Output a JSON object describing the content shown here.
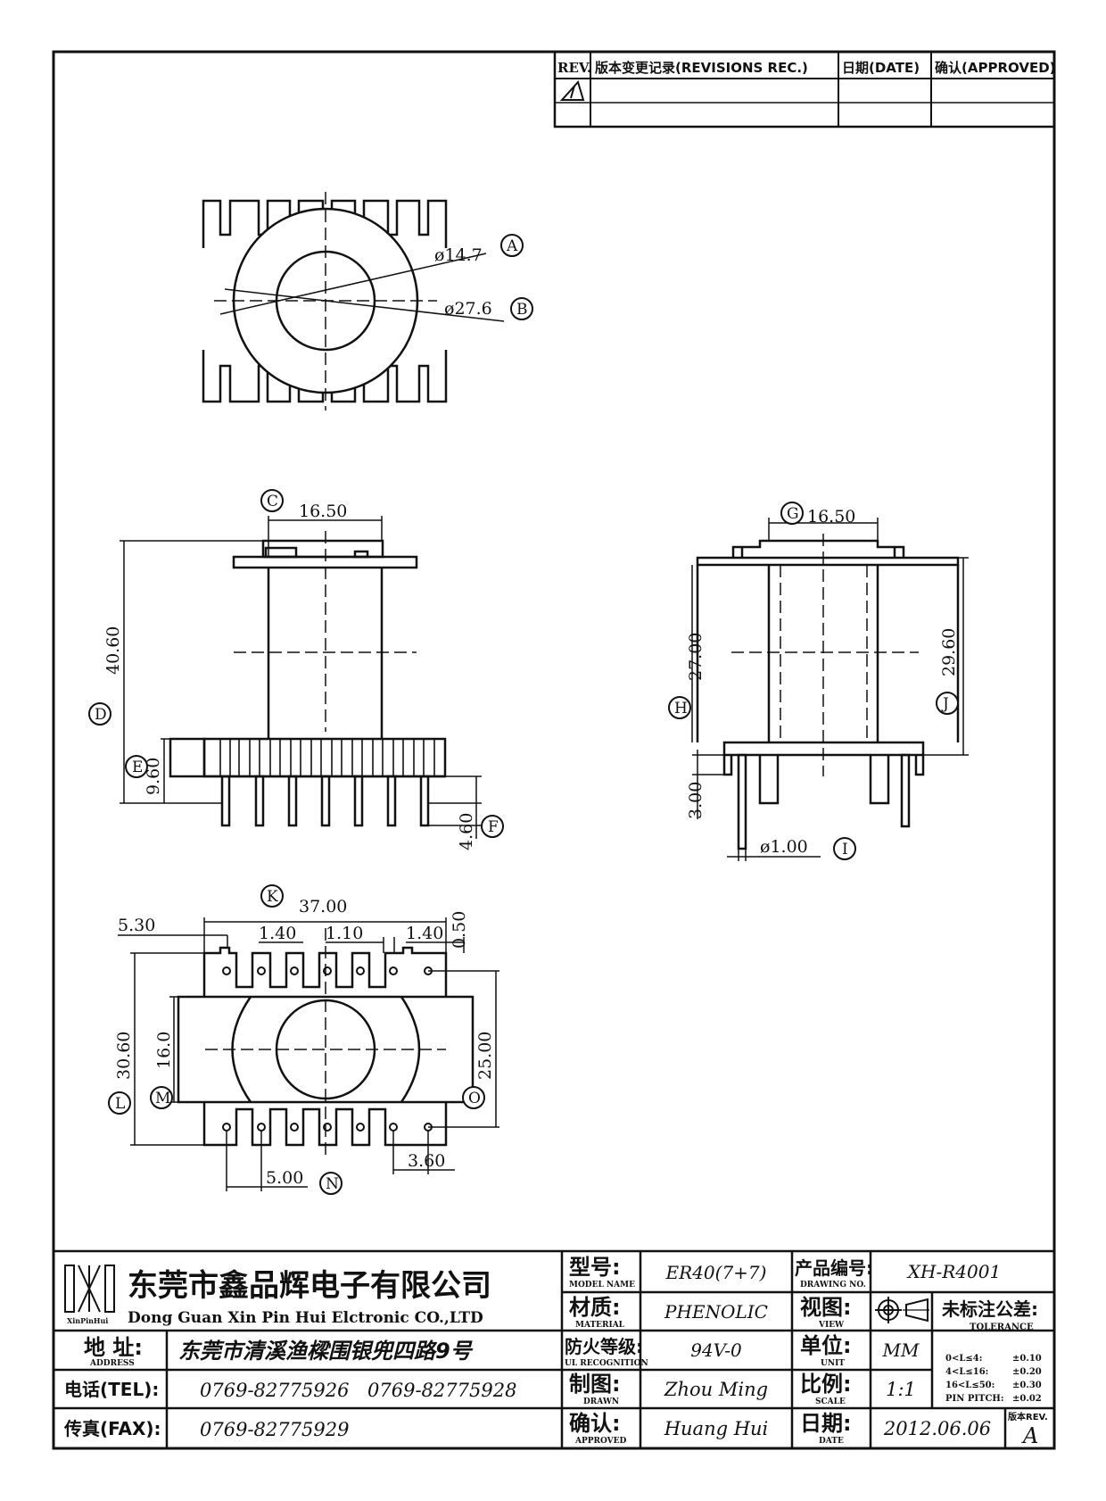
{
  "revision_table": {
    "headers": [
      "REV.",
      "版本变更记录(REVISIONS REC.)",
      "日期(DATE)",
      "确认(APPROVED)"
    ]
  },
  "top_view": {
    "dims": [
      "ø14.7",
      "ø27.6"
    ],
    "callouts": [
      "A",
      "B"
    ]
  },
  "front_view": {
    "dims": [
      "16.50",
      "40.60",
      "9.60",
      "4.60"
    ],
    "callouts": [
      "C",
      "D",
      "E",
      "F"
    ]
  },
  "side_view": {
    "dims": [
      "16.50",
      "27.00",
      "29.60",
      "3.00",
      "ø1.00"
    ],
    "callouts": [
      "G",
      "H",
      "J",
      "I"
    ]
  },
  "bottom_view": {
    "dims": [
      "37.00",
      "5.30",
      "1.40",
      "1.10",
      "1.40",
      "0.50",
      "30.60",
      "16.0",
      "25.00",
      "5.00",
      "3.60"
    ],
    "callouts": [
      "K",
      "L",
      "M",
      "O",
      "N"
    ]
  },
  "title_block": {
    "company_cn": "东莞市鑫品辉电子有限公司",
    "company_en": "Dong Guan Xin Pin Hui Elctronic CO.,LTD",
    "logo_text": "XinPinHui",
    "address_label_cn": "地 址:",
    "address_label_en": "ADDRESS",
    "address": "东莞市清溪渔樑围银兜四路9号",
    "tel_label": "电话(TEL):",
    "tel_1": "0769-82775926",
    "tel_2": "0769-82775928",
    "fax_label": "传真(FAX):",
    "fax": "0769-82775929",
    "model_label_cn": "型号:",
    "model_label_en": "MODEL NAME",
    "model": "ER40(7+7)",
    "material_label_cn": "材质:",
    "material_label_en": "MATERIAL",
    "material": "PHENOLIC",
    "ul_label_cn": "防火等级:",
    "ul_label_en": "UL RECOGNITION",
    "ul": "94V-0",
    "drawn_label_cn": "制图:",
    "drawn_label_en": "DRAWN",
    "drawn": "Zhou Ming",
    "approved_label_cn": "确认:",
    "approved_label_en": "APPROVED",
    "approved": "Huang Hui",
    "drawing_no_label_cn": "产品编号:",
    "drawing_no_label_en": "DRAWING NO.",
    "drawing_no": "XH-R4001",
    "view_label_cn": "视图:",
    "view_label_en": "VIEW",
    "unit_label_cn": "单位:",
    "unit_label_en": "UNIT",
    "unit": "MM",
    "scale_label_cn": "比例:",
    "scale_label_en": "SCALE",
    "scale": "1:1",
    "date_label_cn": "日期:",
    "date_label_en": "DATE",
    "date": "2012.06.06",
    "tolerance_label_cn": "未标注公差:",
    "tolerance_label_en": "TOLERANCE",
    "tolerance_rows": [
      {
        "range": "0<L≤4:",
        "value": "±0.10"
      },
      {
        "range": "4<L≤16:",
        "value": "±0.20"
      },
      {
        "range": "16<L≤50:",
        "value": "±0.30"
      },
      {
        "range": "PIN PITCH:",
        "value": "±0.02"
      }
    ],
    "rev_label": "版本REV.",
    "rev": "A"
  }
}
